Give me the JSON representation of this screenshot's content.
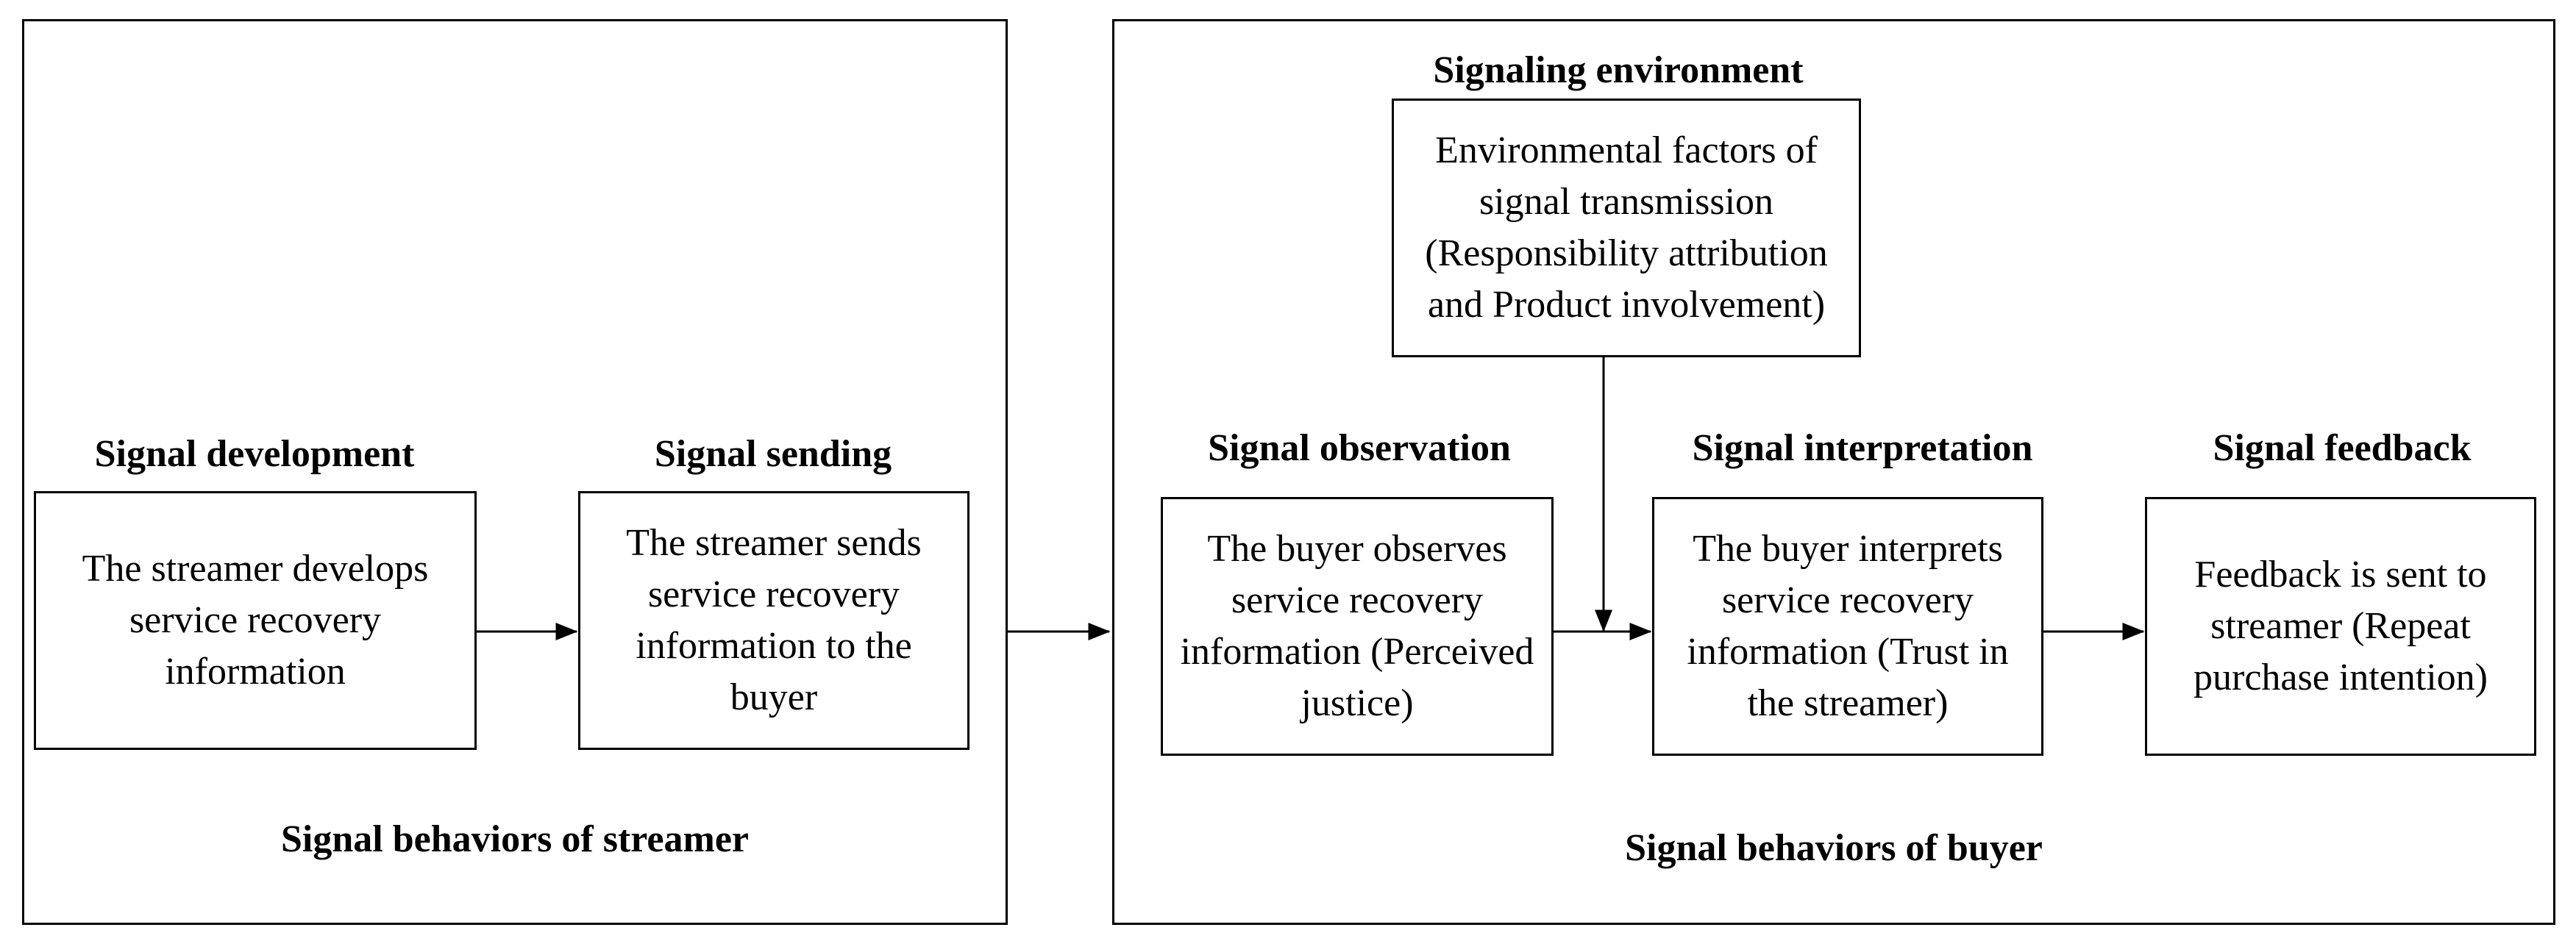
{
  "streamer_panel": {
    "caption": "Signal behaviors of streamer",
    "stages": [
      {
        "heading": "Signal development",
        "text": "The streamer develops service recovery information"
      },
      {
        "heading": "Signal sending",
        "text": "The streamer sends service recovery information to the buyer"
      }
    ]
  },
  "buyer_panel": {
    "caption": "Signal behaviors of buyer",
    "environment": {
      "heading": "Signaling environment",
      "text": "Environmental factors of signal transmission (Responsibility attribution and Product involvement)"
    },
    "stages": [
      {
        "heading": "Signal observation",
        "text": "The buyer observes service recovery information (Perceived justice)"
      },
      {
        "heading": "Signal interpretation",
        "text": "The buyer interprets service recovery information (Trust in the streamer)"
      },
      {
        "heading": "Signal feedback",
        "text": "Feedback is sent to streamer (Repeat purchase intention)"
      }
    ]
  }
}
